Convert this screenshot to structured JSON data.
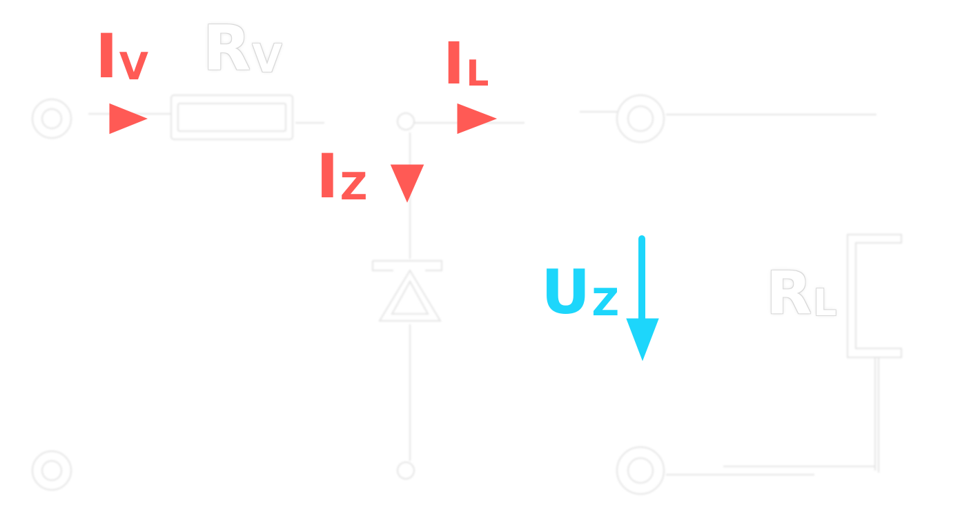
{
  "colors": {
    "current_arrows": "#ff5a55",
    "voltage_arrow": "#1dd6fb",
    "wires": "#e4e4e4"
  },
  "labels": {
    "iv": {
      "main": "I",
      "sub": "V"
    },
    "rv": {
      "main": "R",
      "sub": "V"
    },
    "il": {
      "main": "I",
      "sub": "L"
    },
    "iz": {
      "main": "I",
      "sub": "Z"
    },
    "uz": {
      "main": "U",
      "sub": "Z"
    },
    "rl": {
      "main": "R",
      "sub": "L"
    }
  }
}
